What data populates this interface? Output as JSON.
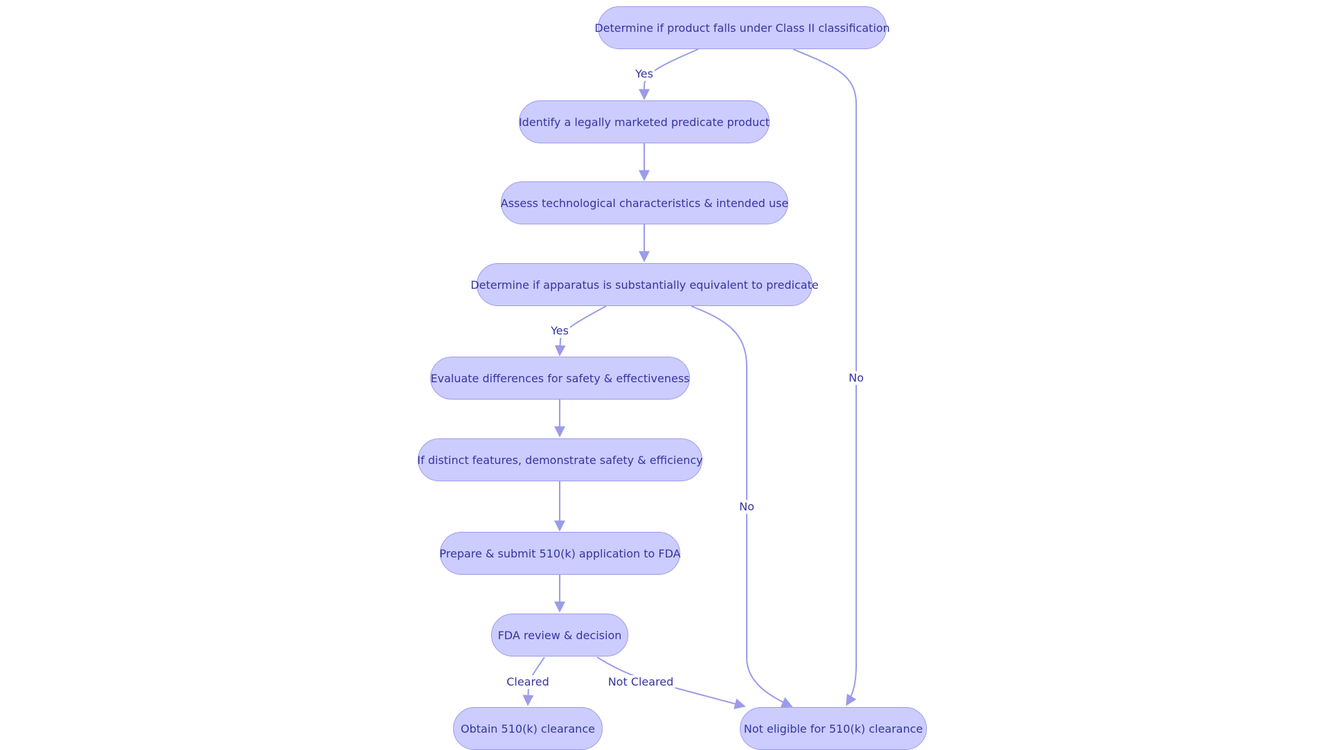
{
  "colors": {
    "node_fill": "#ccccff",
    "node_border": "#9b9bea",
    "text": "#3535a0",
    "edge": "#9b9bea"
  },
  "nodes": {
    "class2": "Determine if product falls under Class II classification",
    "predicate": "Identify a legally marketed predicate product",
    "assess": "Assess technological characteristics & intended use",
    "equivalent": "Determine if apparatus is substantially equivalent to predicate",
    "evaluate": "Evaluate differences for safety & effectiveness",
    "distinct": "If distinct features, demonstrate safety & efficiency",
    "submit": "Prepare & submit 510(k) application to FDA",
    "review": "FDA review & decision",
    "obtain": "Obtain 510(k) clearance",
    "noteligible": "Not eligible for 510(k) clearance"
  },
  "edge_labels": {
    "class2_yes": "Yes",
    "class2_no": "No",
    "equivalent_yes": "Yes",
    "equivalent_no": "No",
    "review_cleared": "Cleared",
    "review_not_cleared": "Not Cleared"
  }
}
